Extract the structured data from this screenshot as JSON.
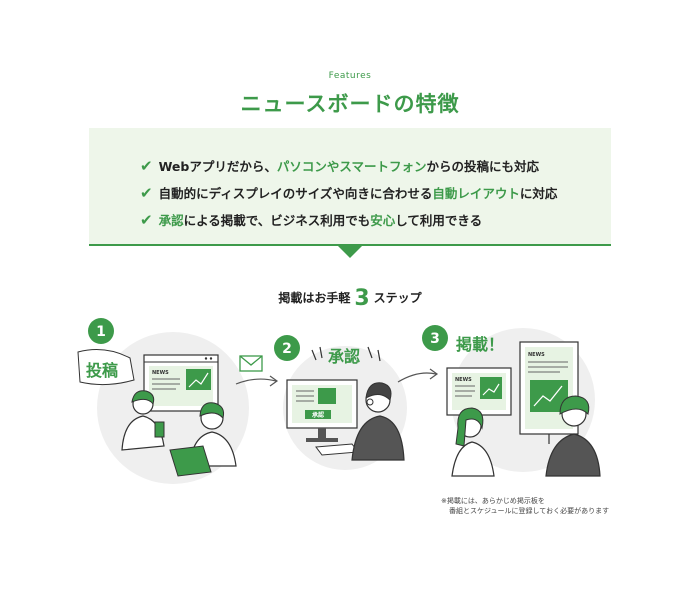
{
  "header": {
    "eyebrow": "Features",
    "title": "ニュースボードの特徴"
  },
  "features": [
    {
      "pre": "Webアプリだから、",
      "hl": "パソコンやスマートフォン",
      "post": "からの投稿にも対応"
    },
    {
      "pre": "自動的にディスプレイのサイズや向きに合わせる",
      "hl": "自動レイアウト",
      "post": "に対応"
    },
    {
      "hl1": "承認",
      "mid1": "による掲載で、ビジネス利用でも",
      "hl2": "安心",
      "post": "して利用できる"
    }
  ],
  "steps": {
    "title_pre": "掲載はお手軽",
    "title_num": "3",
    "title_post": "ステップ",
    "items": [
      {
        "number": "1",
        "label": "投稿"
      },
      {
        "number": "2",
        "label": "承認"
      },
      {
        "number": "3",
        "label": "掲載！"
      }
    ],
    "screen_tag": "NEWS",
    "approve_tag": "承認"
  },
  "note": {
    "line1": "※掲載には、あらかじめ掲示板を",
    "line2": "番組とスケジュールに登録しておく必要があります"
  },
  "colors": {
    "accent": "#3d9a4a",
    "panel_bg": "#eef6ea",
    "circle_bg": "#efefef"
  }
}
